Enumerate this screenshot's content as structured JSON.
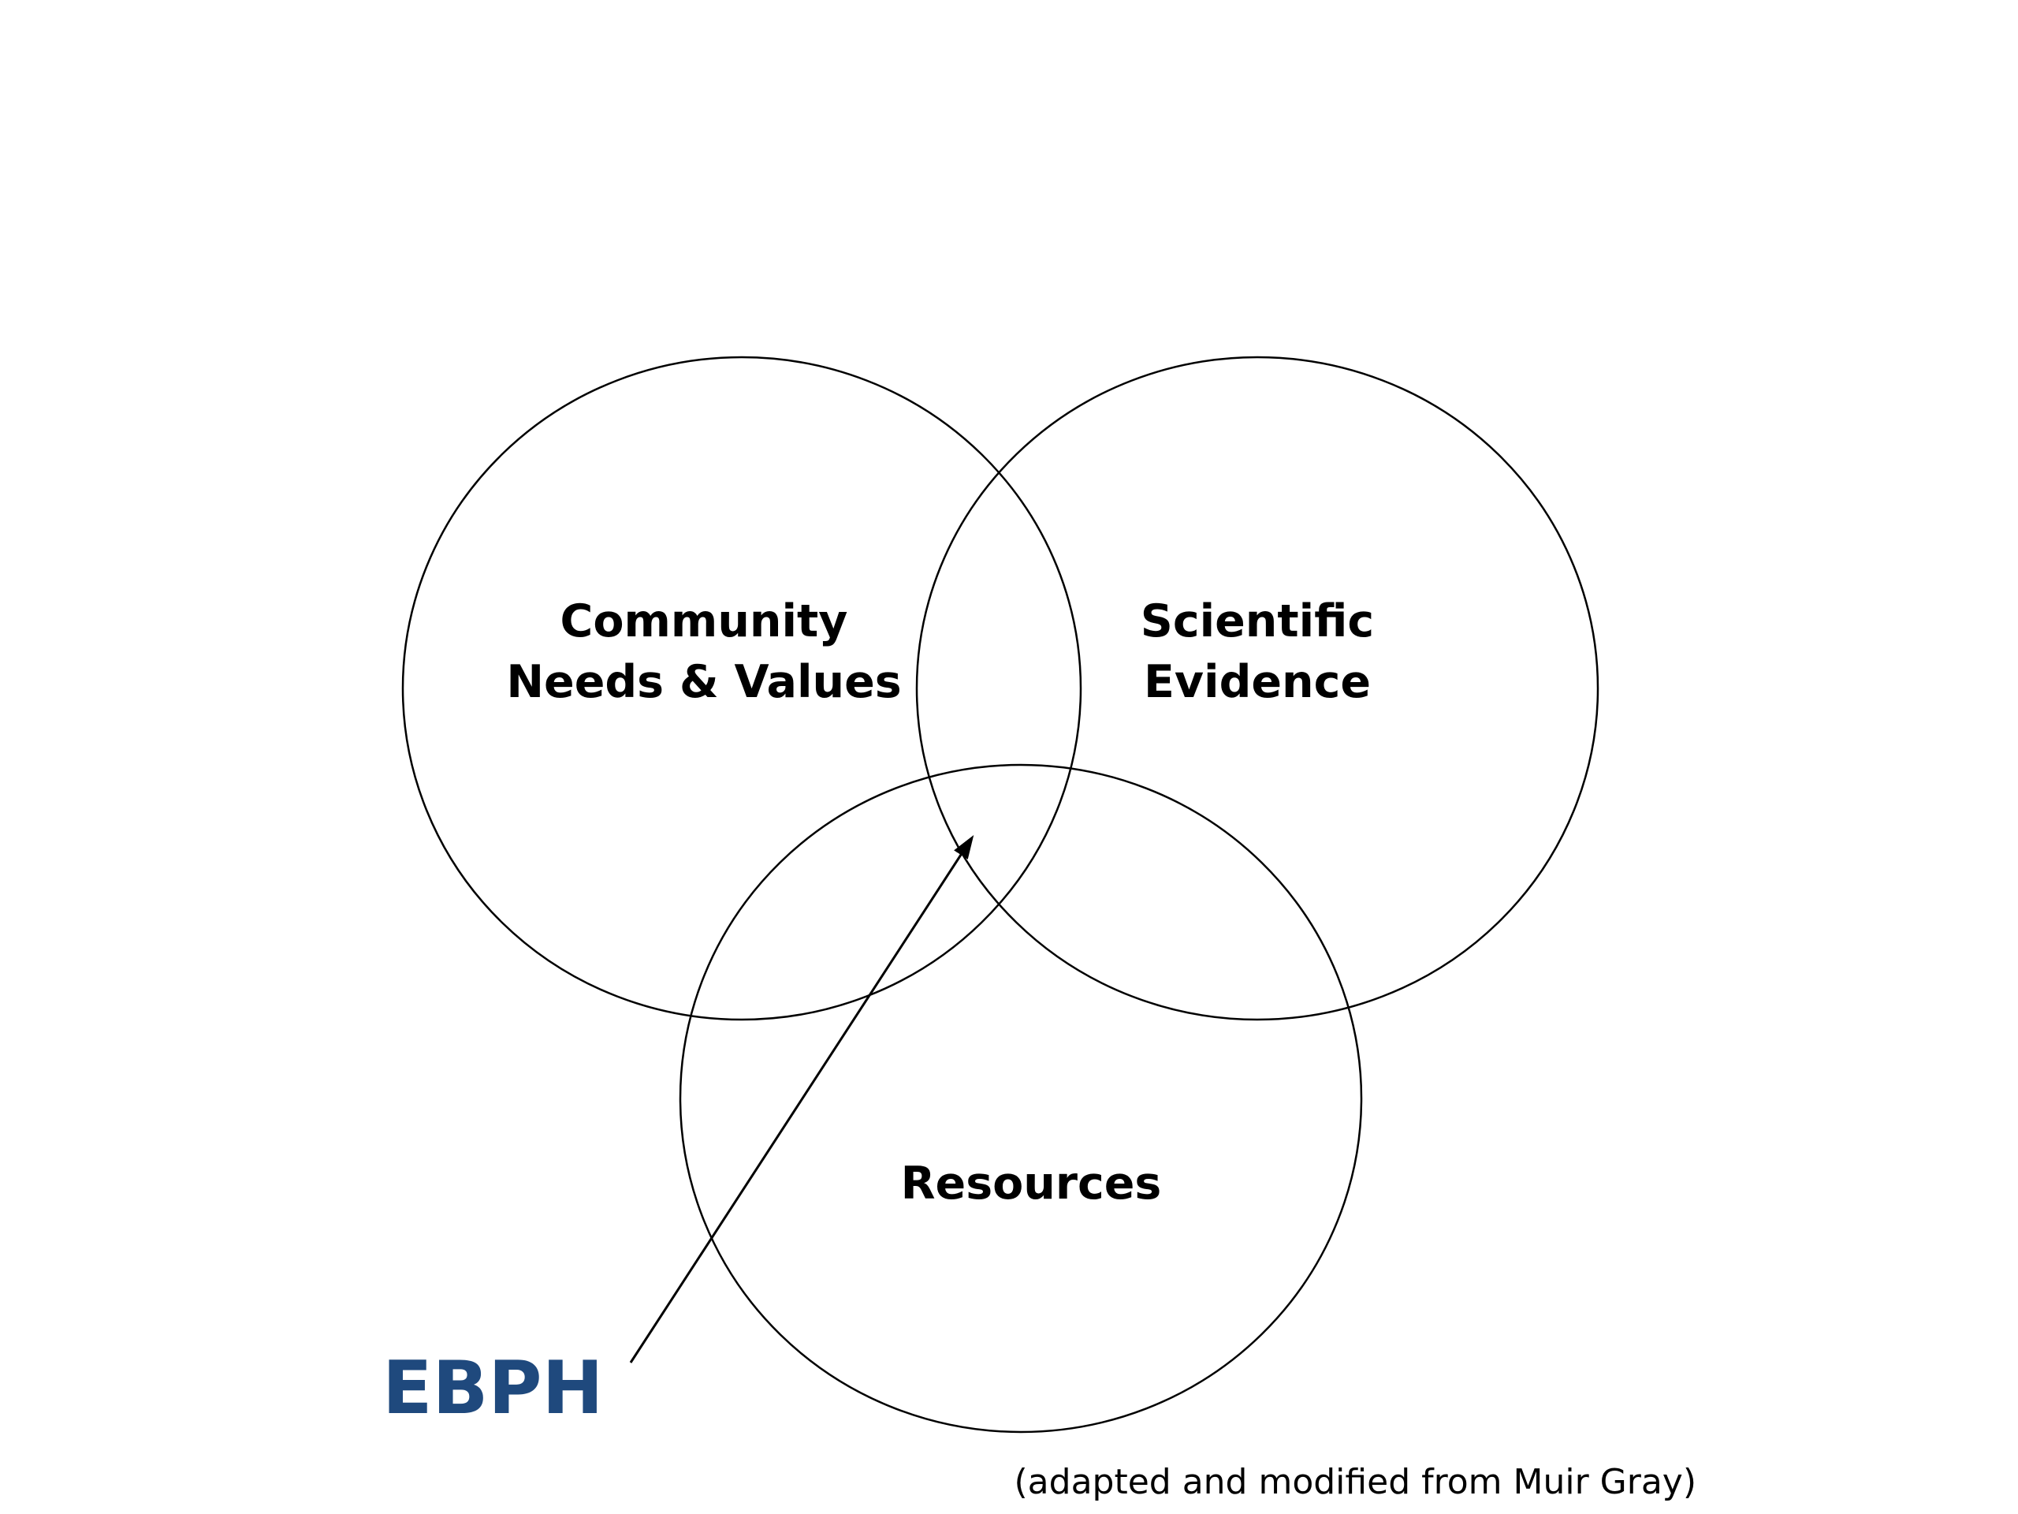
{
  "diagram": {
    "circles": {
      "community": {
        "line1": "Community",
        "line2": "Needs & Values"
      },
      "evidence": {
        "line1": "Scientific",
        "line2": "Evidence"
      },
      "resources": {
        "label": "Resources"
      }
    },
    "pointer": {
      "label": "EBPH",
      "color": "#1f497d"
    },
    "caption": "(adapted and modified from Muir Gray)",
    "line_color": "#000000",
    "background": "#ffffff"
  }
}
